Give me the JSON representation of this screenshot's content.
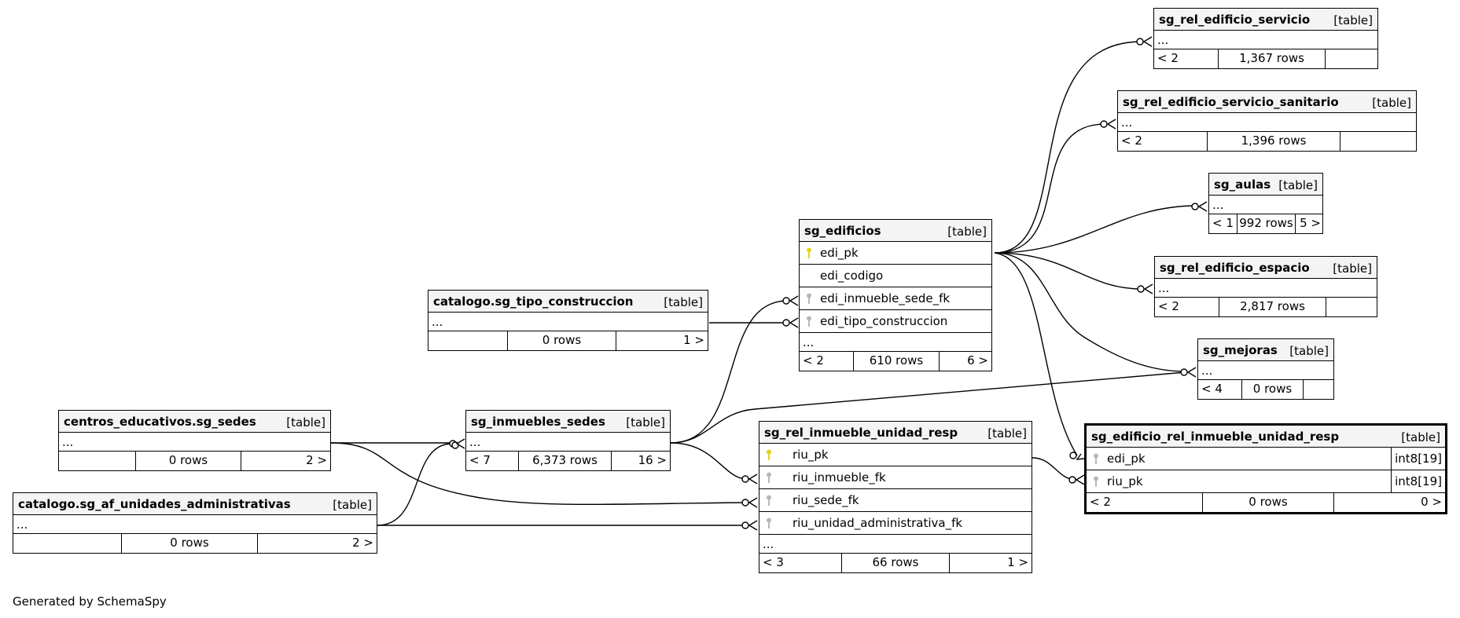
{
  "footer_text": "Generated by SchemaSpy",
  "colors": {
    "primary_key_icon": "#e6d21a",
    "foreign_key_icon": "#b8b8b8",
    "header_bg": "#f4f4f4"
  },
  "tables": {
    "sg_rel_edificio_servicio": {
      "name": "sg_rel_edificio_servicio",
      "type": "[table]",
      "ellipsis": "...",
      "parents": "< 2",
      "rows": "1,367 rows",
      "children": ""
    },
    "sg_rel_edificio_servicio_sanitario": {
      "name": "sg_rel_edificio_servicio_sanitario",
      "type": "[table]",
      "ellipsis": "...",
      "parents": "< 2",
      "rows": "1,396 rows",
      "children": ""
    },
    "sg_aulas": {
      "name": "sg_aulas",
      "type": "[table]",
      "ellipsis": "...",
      "parents": "< 1",
      "rows": "992 rows",
      "children": "5 >"
    },
    "sg_rel_edificio_espacio": {
      "name": "sg_rel_edificio_espacio",
      "type": "[table]",
      "ellipsis": "...",
      "parents": "< 2",
      "rows": "2,817 rows",
      "children": ""
    },
    "sg_mejoras": {
      "name": "sg_mejoras",
      "type": "[table]",
      "ellipsis": "...",
      "parents": "< 4",
      "rows": "0 rows",
      "children": ""
    },
    "sg_edificios": {
      "name": "sg_edificios",
      "type": "[table]",
      "columns": [
        "edi_pk",
        "edi_codigo",
        "edi_inmueble_sede_fk",
        "edi_tipo_construccion"
      ],
      "ellipsis": "...",
      "parents": "< 2",
      "rows": "610 rows",
      "children": "6 >"
    },
    "catalogo_sg_tipo_construccion": {
      "name": "catalogo.sg_tipo_construccion",
      "type": "[table]",
      "ellipsis": "...",
      "parents": "",
      "rows": "0 rows",
      "children": "1 >"
    },
    "centros_educativos_sg_sedes": {
      "name": "centros_educativos.sg_sedes",
      "type": "[table]",
      "ellipsis": "...",
      "parents": "",
      "rows": "0 rows",
      "children": "2 >"
    },
    "sg_inmuebles_sedes": {
      "name": "sg_inmuebles_sedes",
      "type": "[table]",
      "ellipsis": "...",
      "parents": "< 7",
      "rows": "6,373 rows",
      "children": "16 >"
    },
    "sg_rel_inmueble_unidad_resp": {
      "name": "sg_rel_inmueble_unidad_resp",
      "type": "[table]",
      "columns": [
        "riu_pk",
        "riu_inmueble_fk",
        "riu_sede_fk",
        "riu_unidad_administrativa_fk"
      ],
      "ellipsis": "...",
      "parents": "< 3",
      "rows": "66 rows",
      "children": "1 >"
    },
    "sg_edificio_rel_inmueble_unidad_resp": {
      "name": "sg_edificio_rel_inmueble_unidad_resp",
      "type": "[table]",
      "columns": [
        {
          "name": "edi_pk",
          "type": "int8[19]"
        },
        {
          "name": "riu_pk",
          "type": "int8[19]"
        }
      ],
      "parents": "< 2",
      "rows": "0 rows",
      "children": "0 >"
    },
    "catalogo_sg_af_unidades_administrativas": {
      "name": "catalogo.sg_af_unidades_administrativas",
      "type": "[table]",
      "ellipsis": "...",
      "parents": "",
      "rows": "0 rows",
      "children": "2 >"
    }
  }
}
